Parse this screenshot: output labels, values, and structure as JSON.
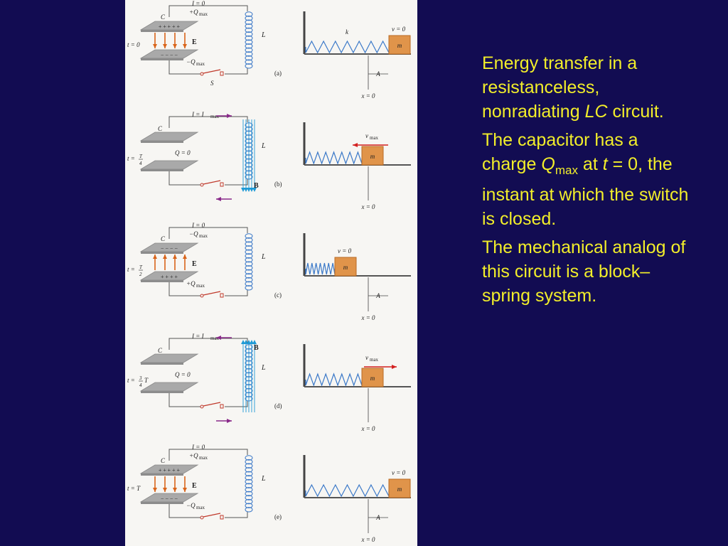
{
  "text": {
    "para1_a": "Energy transfer in a resistanceless, nonradiating ",
    "para1_lc": "LC",
    "para1_b": " circuit.",
    "para2_a": "The capacitor has a charge ",
    "para2_q": "Q",
    "para2_sub": "max",
    "para2_b": " at ",
    "para2_t": "t",
    "para2_c": " = 0, the instant at which the switch is closed.",
    "para3": "The mechanical analog of this circuit is a block–spring system."
  },
  "figure": {
    "panels": [
      {
        "tag": "(a)",
        "current": "I = 0",
        "cap_top": "+Q",
        "cap_bot": "−Q",
        "q_label": "",
        "time": "t = 0",
        "time_frac": null,
        "field": "E",
        "field_dir": "down",
        "switch": "S",
        "mass": "m",
        "spring": "k",
        "v": "v = 0",
        "x0": "x = 0",
        "amp": "A",
        "inductor": "L",
        "plate_top": "+ + + + +",
        "plate_bot": "− − − −",
        "block_state": "max-stretch"
      },
      {
        "tag": "(b)",
        "current": "I = I",
        "cap_top": "C",
        "cap_bot": "",
        "q_label": "Q = 0",
        "time": "t =",
        "time_frac": [
          "T",
          "4"
        ],
        "field": "B",
        "field_dir": "none",
        "switch": "",
        "mass": "m",
        "spring": "",
        "v": "v",
        "x0": "x = 0",
        "amp": "",
        "inductor": "L",
        "plate_top": "",
        "plate_bot": "",
        "block_state": "equilibrium-left"
      },
      {
        "tag": "(c)",
        "current": "I = 0",
        "cap_top": "−Q",
        "cap_bot": "+Q",
        "q_label": "",
        "time": "t =",
        "time_frac": [
          "T",
          "2"
        ],
        "field": "E",
        "field_dir": "up",
        "switch": "",
        "mass": "m",
        "spring": "",
        "v": "v = 0",
        "x0": "x = 0",
        "amp": "A",
        "inductor": "L",
        "plate_top": "− − − −",
        "plate_bot": "+ + + +",
        "block_state": "max-compress"
      },
      {
        "tag": "(d)",
        "current": "I = I",
        "cap_top": "C",
        "cap_bot": "",
        "q_label": "Q = 0",
        "time": "t =",
        "time_frac": [
          "3",
          "4"
        ],
        "field": "B",
        "field_dir": "none",
        "switch": "",
        "mass": "m",
        "spring": "",
        "v": "v",
        "x0": "x = 0",
        "amp": "",
        "inductor": "L",
        "plate_top": "",
        "plate_bot": "",
        "block_state": "equilibrium-right"
      },
      {
        "tag": "(e)",
        "current": "I = 0",
        "cap_top": "+Q",
        "cap_bot": "−Q",
        "q_label": "",
        "time": "t = T",
        "time_frac": null,
        "field": "E",
        "field_dir": "down",
        "switch": "",
        "mass": "m",
        "spring": "",
        "v": "v = 0",
        "x0": "x = 0",
        "amp": "A",
        "inductor": "L",
        "plate_top": "+ + + + +",
        "plate_bot": "− − − −",
        "block_state": "max-stretch"
      }
    ],
    "sub_max": "max",
    "cap_letter": "C",
    "time_suffix_d": "T",
    "colors": {
      "arrow_field": "#d9641a",
      "arrow_current": "#8a2a8a",
      "arrow_velocity": "#d32020",
      "coil": "#3a78c8",
      "b_field": "#1e9ad6",
      "block": "#e0944a",
      "plate": "#a9a9a9",
      "wire": "#555555"
    }
  }
}
